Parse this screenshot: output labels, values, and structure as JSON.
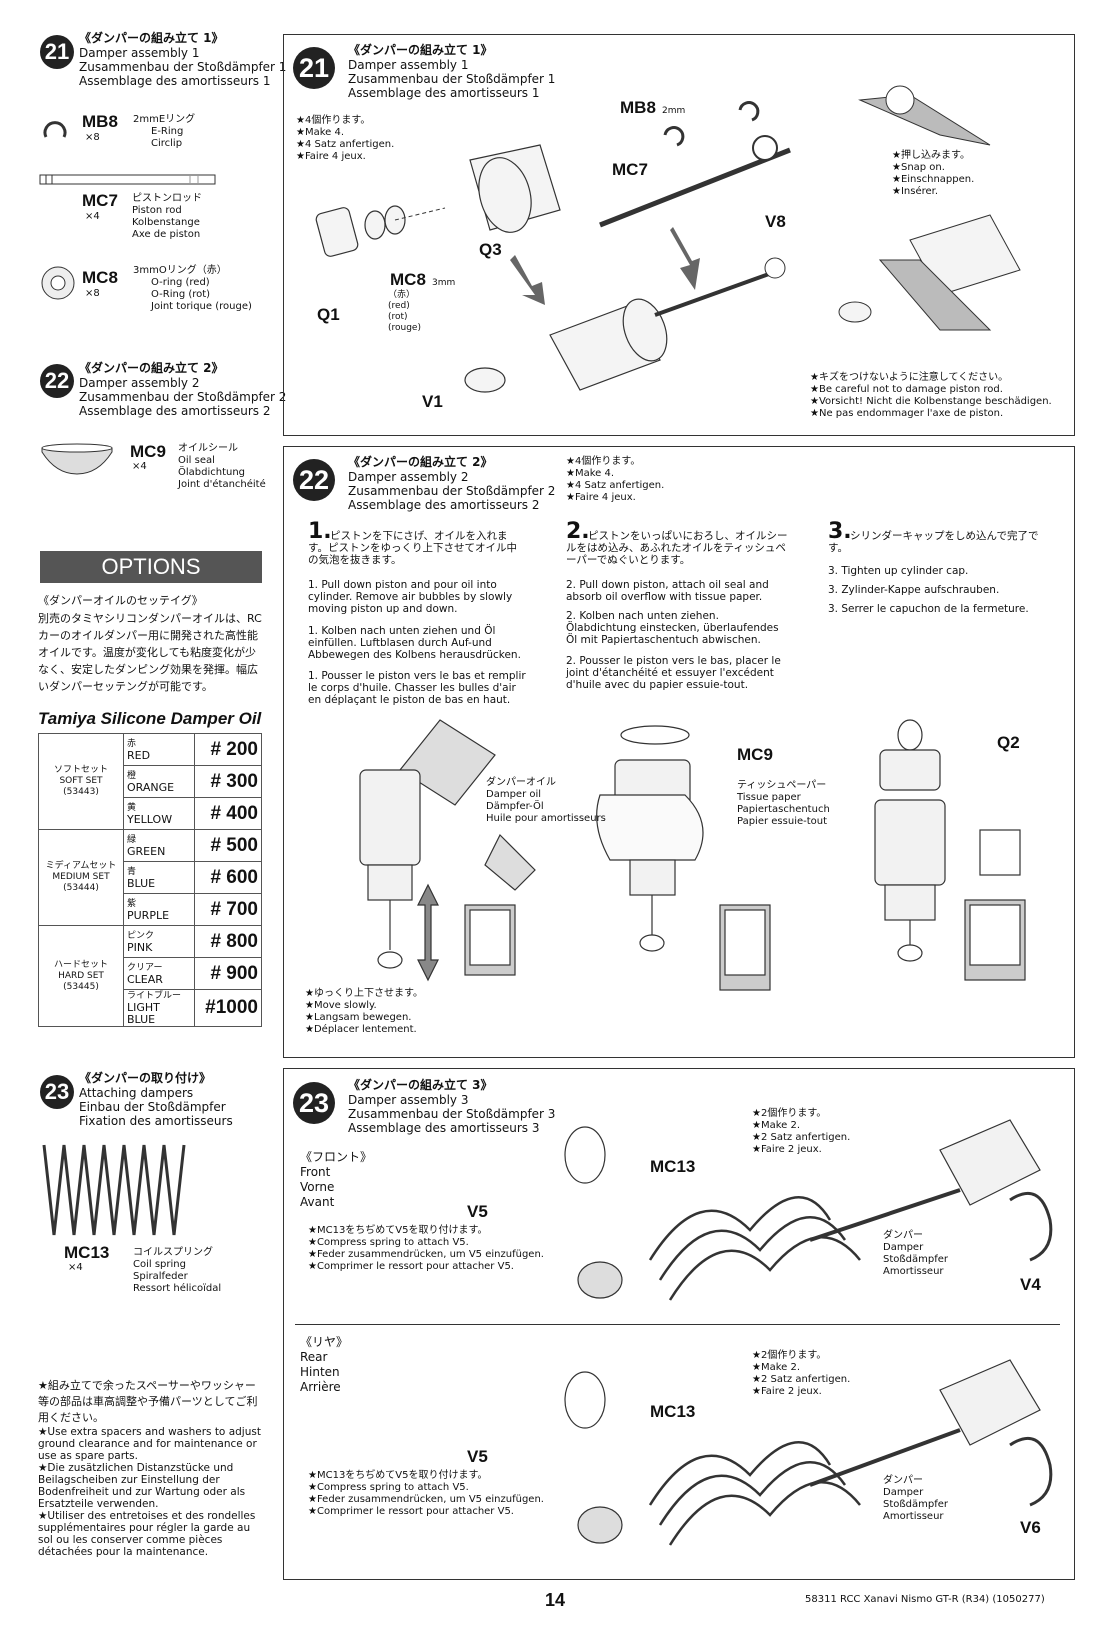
{
  "left": {
    "s21": {
      "num": "21",
      "jp": "《ダンパーの組み立て 1》",
      "en": "Damper assembly 1",
      "de": "Zusammenbau der Stoßdämpfer 1",
      "fr": "Assemblage des amortisseurs 1"
    },
    "mb8": {
      "code": "MB8",
      "qty": "×8",
      "jp": "2mmEリング",
      "en": "E-Ring",
      "de": "Circlip"
    },
    "mc7": {
      "code": "MC7",
      "qty": "×4",
      "jp": "ピストンロッド",
      "en": "Piston rod",
      "de": "Kolbenstange",
      "fr": "Axe de piston"
    },
    "mc8": {
      "code": "MC8",
      "qty": "×8",
      "jp": "3mmOリング（赤）",
      "en": "O-ring (red)",
      "de": "O-Ring (rot)",
      "fr": "Joint torique (rouge)"
    },
    "s22": {
      "num": "22",
      "jp": "《ダンパーの組み立て 2》",
      "en": "Damper assembly 2",
      "de": "Zusammenbau der Stoßdämpfer 2",
      "fr": "Assemblage des amortisseurs 2"
    },
    "mc9": {
      "code": "MC9",
      "qty": "×4",
      "jp": "オイルシール",
      "en": "Oil seal",
      "de": "Ölabdichtung",
      "fr": "Joint d'étanchéité"
    },
    "options": {
      "banner": "OPTIONS",
      "heading": "《ダンパーオイルのセッテイグ》",
      "body": "別売のタミヤシリコンダンパーオイルは、RCカーのオイルダンパー用に開発された高性能オイルです。温度が変化しても粘度変化が少なく、安定したダンピング効果を発揮。幅広いダンパーセッテングが可能です。",
      "brand": "Tamiya Silicone Damper Oil",
      "sets": [
        {
          "jp": "ソフトセット",
          "en": "SOFT SET",
          "code": "(53443)",
          "rows": [
            {
              "jp": "赤",
              "en": "RED",
              "num": "# 200"
            },
            {
              "jp": "橙",
              "en": "ORANGE",
              "num": "# 300"
            },
            {
              "jp": "黄",
              "en": "YELLOW",
              "num": "# 400"
            }
          ]
        },
        {
          "jp": "ミディアムセット",
          "en": "MEDIUM SET",
          "code": "(53444)",
          "rows": [
            {
              "jp": "緑",
              "en": "GREEN",
              "num": "# 500"
            },
            {
              "jp": "青",
              "en": "BLUE",
              "num": "# 600"
            },
            {
              "jp": "紫",
              "en": "PURPLE",
              "num": "# 700"
            }
          ]
        },
        {
          "jp": "ハードセット",
          "en": "HARD SET",
          "code": "(53445)",
          "rows": [
            {
              "jp": "ピンク",
              "en": "PINK",
              "num": "# 800"
            },
            {
              "jp": "クリアー",
              "en": "CLEAR",
              "num": "# 900"
            },
            {
              "jp": "ライトブルー",
              "en": "LIGHT BLUE",
              "num": "#1000"
            }
          ]
        }
      ]
    },
    "s23": {
      "num": "23",
      "jp": "《ダンパーの取り付け》",
      "en": "Attaching dampers",
      "de": "Einbau der Stoßdämpfer",
      "fr": "Fixation des amortisseurs"
    },
    "mc13": {
      "code": "MC13",
      "qty": "×4",
      "jp": "コイルスプリング",
      "en": "Coil spring",
      "de": "Spiralfeder",
      "fr": "Ressort hélicoïdal"
    },
    "notes": {
      "jp": "★組み立てで余ったスペーサーやワッシャー等の部品は車高調整や予備パーツとしてご利用ください。",
      "en": "★Use extra spacers and washers to adjust ground clearance and for maintenance or use as spare parts.",
      "de": "★Die zusätzlichen Distanzstücke und Beilagscheiben zur Einstellung der Bodenfreiheit und zur Wartung oder als Ersatzteile verwenden.",
      "fr": "★Utiliser des entretoises et des rondelles supplémentaires pour régler la garde au sol ou les conserver comme pièces détachées pour la maintenance."
    }
  },
  "step21": {
    "num": "21",
    "jp": "《ダンパーの組み立て 1》",
    "en": "Damper assembly 1",
    "de": "Zusammenbau der Stoßdämpfer 1",
    "fr": "Assemblage des amortisseurs 1",
    "make": [
      "★4個作ります。",
      "★Make 4.",
      "★4 Satz anfertigen.",
      "★Faire 4 jeux."
    ],
    "labels": {
      "mb8": "MB8",
      "mb8mm": "2mm",
      "mc7": "MC7",
      "v8": "V8",
      "q3": "Q3",
      "mc8": "MC8",
      "mc8mm": "3mm",
      "q1": "Q1",
      "v1": "V1"
    },
    "mc8note": [
      "（赤）",
      "(red)",
      "(rot)",
      "(rouge)"
    ],
    "snap": [
      "★押し込みます。",
      "★Snap on.",
      "★Einschnappen.",
      "★Insérer."
    ],
    "careful": [
      "★キズをつけないように注意してください。",
      "★Be careful not to damage piston rod.",
      "★Vorsicht! Nicht die Kolbenstange beschädigen.",
      "★Ne pas endommager l'axe de piston."
    ]
  },
  "step22": {
    "num": "22",
    "jp": "《ダンパーの組み立て 2》",
    "en": "Damper assembly 2",
    "de": "Zusammenbau der Stoßdämpfer 2",
    "fr": "Assemblage des amortisseurs 2",
    "make": [
      "★4個作ります。",
      "★Make 4.",
      "★4 Satz anfertigen.",
      "★Faire 4 jeux."
    ],
    "c1": {
      "n": "1.",
      "jp": "ピストンを下にさげ、オイルを入れます。ピストンをゆっくり上下させてオイル中の気泡を抜きます。",
      "en": "1. Pull down piston and pour oil into cylinder. Remove air bubbles by slowly moving piston up and down.",
      "de": "1. Kolben nach unten ziehen und Öl einfüllen. Luftblasen durch Auf-und Abbewegen des Kolbens herausdrücken.",
      "fr": "1. Pousser le piston vers le bas et remplir le corps d'huile. Chasser les bulles d'air en déplaçant le piston de bas en haut."
    },
    "c2": {
      "n": "2.",
      "jp": "ピストンをいっぱいにおろし、オイルシールをはめ込み、あふれたオイルをティッシュペーパーでぬぐいとります。",
      "en": "2. Pull down piston, attach oil seal and absorb oil overflow with tissue paper.",
      "de": "2. Kolben nach unten ziehen. Ölabdichtung einstecken, überlaufendes Öl mit Papiertaschentuch abwischen.",
      "fr": "2. Pousser le piston vers le bas, placer le joint d'étanchéité et essuyer l'excédent d'huile avec du papier essuie-tout."
    },
    "c3": {
      "n": "3.",
      "jp": "シリンダーキャップをしめ込んで完了です。",
      "en": "3. Tighten up cylinder cap.",
      "de": "3. Zylinder-Kappe aufschrauben.",
      "fr": "3. Serrer le capuchon de la fermeture."
    },
    "oil": [
      "ダンパーオイル",
      "Damper oil",
      "Dämpfer-Öl",
      "Huile pour amortisseurs"
    ],
    "tissue": [
      "ティッシュペーパー",
      "Tissue paper",
      "Papiertaschentuch",
      "Papier essuie-tout"
    ],
    "mc9": "MC9",
    "q2": "Q2",
    "slow": [
      "★ゆっくり上下させます。",
      "★Move slowly.",
      "★Langsam bewegen.",
      "★Déplacer lentement."
    ]
  },
  "step23": {
    "num": "23",
    "jp": "《ダンパーの組み立て 3》",
    "en": "Damper assembly 3",
    "de": "Zusammenbau der Stoßdämpfer 3",
    "fr": "Assemblage des amortisseurs 3",
    "front": [
      "《フロント》",
      "Front",
      "Vorne",
      "Avant"
    ],
    "rear": [
      "《リヤ》",
      "Rear",
      "Hinten",
      "Arrière"
    ],
    "make": [
      "★2個作ります。",
      "★Make 2.",
      "★2 Satz anfertigen.",
      "★Faire 2 jeux."
    ],
    "compress": [
      "★MC13をちぢめてV5を取り付けます。",
      "★Compress spring to attach V5.",
      "★Feder zusammendrücken, um V5 einzufügen.",
      "★Comprimer le ressort pour attacher V5."
    ],
    "damper": [
      "ダンパー",
      "Damper",
      "Stoßdämpfer",
      "Amortisseur"
    ],
    "mc13": "MC13",
    "v5": "V5",
    "v4": "V4",
    "v6": "V6"
  },
  "footer": {
    "page": "14",
    "code": "58311  RCC Xanavi Nismo GT-R (R34) (1050277)"
  }
}
